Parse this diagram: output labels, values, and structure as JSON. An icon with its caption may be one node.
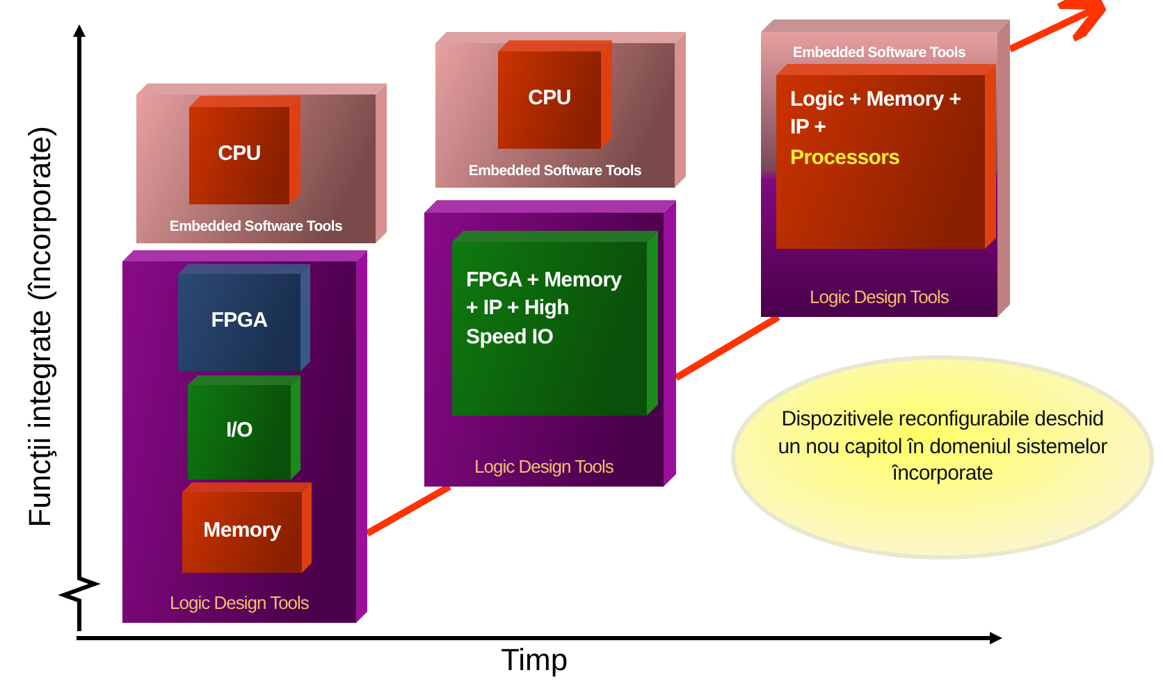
{
  "diagram": {
    "nodes": [
      {
        "text": [
          "Embedded Software Tools"
        ]
      },
      {
        "text": [
          "CPU"
        ],
        "in": 0
      },
      {
        "text": [
          "Logic Design Tools"
        ]
      },
      {
        "text": [
          "FPGA"
        ],
        "in": 2
      },
      {
        "text": [
          "I/O"
        ],
        "in": 2
      },
      {
        "text": [
          "Memory"
        ],
        "in": 2
      },
      {
        "text": [
          "Embedded Software Tools"
        ]
      },
      {
        "text": [
          "CPU"
        ],
        "in": 6
      },
      {
        "text": [
          "Logic Design Tools"
        ]
      },
      {
        "text": [
          "FPGA + Memory + IP + High Speed IO"
        ],
        "in": 8
      },
      {
        "text": [
          "Embedded Software Tools",
          "Logic Design Tools"
        ]
      },
      {
        "text": [
          "Logic + Memory + IP +",
          "Processors"
        ],
        "in": 10
      },
      {
        "text": [
          "Dispozitivele reconfigurabile deschid un nou capitol în domeniul sistemelor încorporate"
        ]
      }
    ],
    "edges": [
      {
        "from": 2,
        "to": 8,
        "arrow": "none"
      },
      {
        "from": 8,
        "to": 10,
        "arrow": "none"
      },
      {
        "from": 10,
        "to": null,
        "arrow": "to"
      }
    ],
    "labels": [
      "Funcţii integrate (încorporate)",
      "Timp"
    ]
  }
}
